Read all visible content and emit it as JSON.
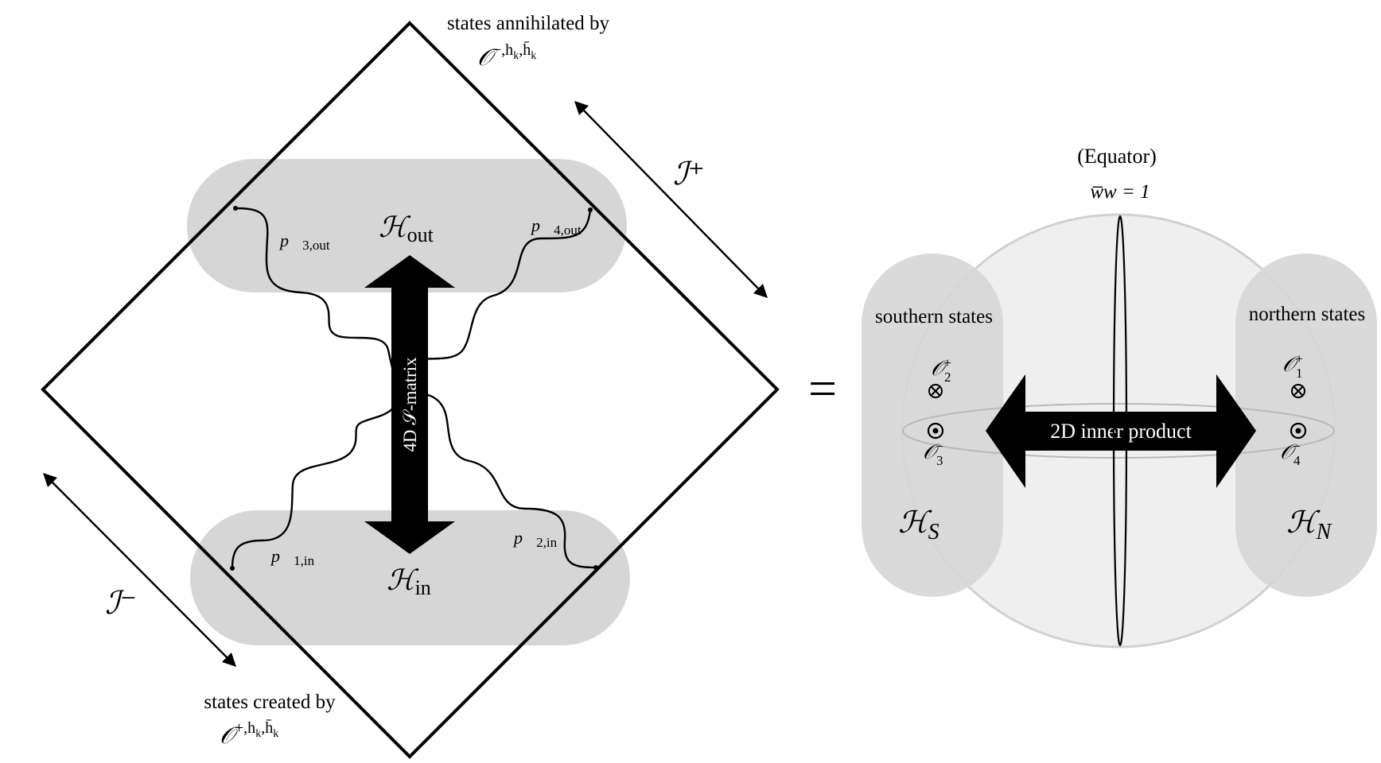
{
  "left_panel": {
    "top_caption": "states annihilated by",
    "top_operator": "𝒪⁻ʰₖ̄",
    "bottom_caption": "states created by",
    "scri_plus": "ℐ⁺",
    "scri_minus": "ℐ⁻",
    "h_out": {
      "main": "ℋ",
      "sub": "out"
    },
    "h_in": {
      "main": "ℋ",
      "sub": "in"
    },
    "smatrix_label": "4D 𝒮-matrix",
    "momenta": {
      "p1": {
        "main": "p⃗",
        "sub": "1,in"
      },
      "p2": {
        "main": "p⃗",
        "sub": "2,in"
      },
      "p3": {
        "main": "p⃗",
        "sub": "3,out"
      },
      "p4": {
        "main": "p⃗",
        "sub": "4,out"
      }
    },
    "operator_top": {
      "main": "𝒪",
      "sup": "−,h",
      "sub_k": "k",
      "sup2": ",h̄",
      "sub_k2": "k"
    },
    "operator_bottom": {
      "main": "𝒪",
      "sup": "+,h",
      "sub_k": "k",
      "sup2": ",h̄",
      "sub_k2": "k"
    }
  },
  "equals_sign": "=",
  "right_panel": {
    "equator_label": "(Equator)",
    "equator_eq": "w̅w = 1",
    "southern_label": "southern states",
    "northern_label": "northern states",
    "inner_product_label": "2D inner product",
    "h_s": {
      "main": "ℋ",
      "sub": "S"
    },
    "h_n": {
      "main": "ℋ",
      "sub": "N"
    },
    "o1": {
      "main": "𝒪",
      "sup": "+",
      "sub": "1"
    },
    "o2": {
      "main": "𝒪",
      "sup": "+",
      "sub": "2"
    },
    "o3": {
      "main": "𝒪",
      "sup": "−",
      "sub": "3"
    },
    "o4": {
      "main": "𝒪",
      "sup": "−",
      "sub": "4"
    }
  },
  "colors": {
    "blob": "#d6d6d6",
    "sphere": "#efefef",
    "sphere_edge": "#d0d0d0",
    "ink": "#000000",
    "arrow_text": "#ffffff"
  }
}
